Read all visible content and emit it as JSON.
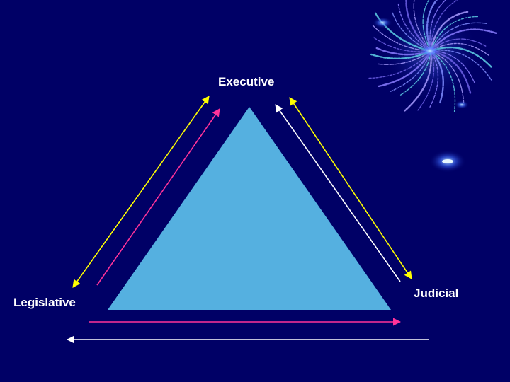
{
  "diagram": {
    "nodes": {
      "executive": "Executive",
      "legislative": "Legislative",
      "judicial": "Judicial"
    },
    "edges": [
      {
        "from": "legislative",
        "to": "executive",
        "color": "#ff3399",
        "style": "single-arrow"
      },
      {
        "from": "executive",
        "to": "legislative",
        "color": "#ffff00",
        "style": "double-arrow"
      },
      {
        "from": "executive",
        "to": "judicial",
        "color": "#ffff00",
        "style": "double-arrow"
      },
      {
        "from": "judicial",
        "to": "executive",
        "color": "#ffffff",
        "style": "single-arrow"
      },
      {
        "from": "legislative",
        "to": "judicial",
        "color": "#ff3399",
        "style": "single-arrow"
      },
      {
        "from": "judicial",
        "to": "legislative",
        "color": "#ffffff",
        "style": "single-arrow"
      }
    ]
  },
  "colors": {
    "background": "#000066",
    "triangle": "#55b0e0",
    "decoration": "#8a7cff"
  },
  "decoration": {
    "icon": "fireworks-burst-icon"
  }
}
